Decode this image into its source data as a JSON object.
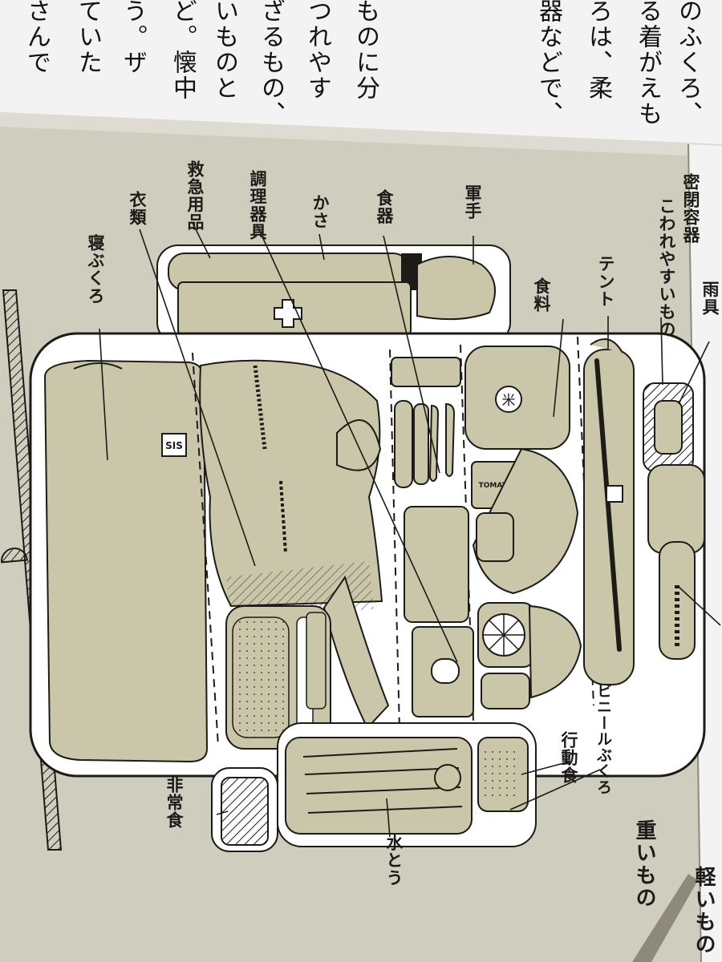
{
  "page_text": {
    "columns": [
      "のふくろ、",
      "る着がえも",
      "ろは、柔",
      "器などで、",
      "ものに分",
      "つれやす",
      "ざるもの、",
      "いものと",
      "ど。懐中",
      "う。ザ",
      "ていた",
      "さんで"
    ]
  },
  "labels": {
    "airtight_container": "密閉容器",
    "fragile_items": "こわれやすいもの",
    "rain_gear": "雨具",
    "tent": "テント",
    "work_gloves": "軍手",
    "tableware": "食器",
    "food": "食料",
    "umbrella": "かさ",
    "cookware": "調理器具",
    "first_aid": "救急用品",
    "clothing": "衣類",
    "sleeping_bag": "寝ぶくろ",
    "trail_food": "行動食",
    "plastic_bag": "ビニールぶくろ",
    "emergency_food": "非常食",
    "water_bottle": "水とう",
    "heavy_items": "重いもの",
    "light_items": "軽いもの"
  },
  "item_marks": {
    "can_label": "TOMATO",
    "sleeping_bag_tag": "SIS",
    "rice_bag_mark": "米"
  },
  "colors": {
    "paper": "#f4f3f4",
    "panel": "#cfcdbd",
    "item_fill": "#c9c6a9",
    "ink": "#1c1b18",
    "pack_outline": "#ffffff"
  }
}
